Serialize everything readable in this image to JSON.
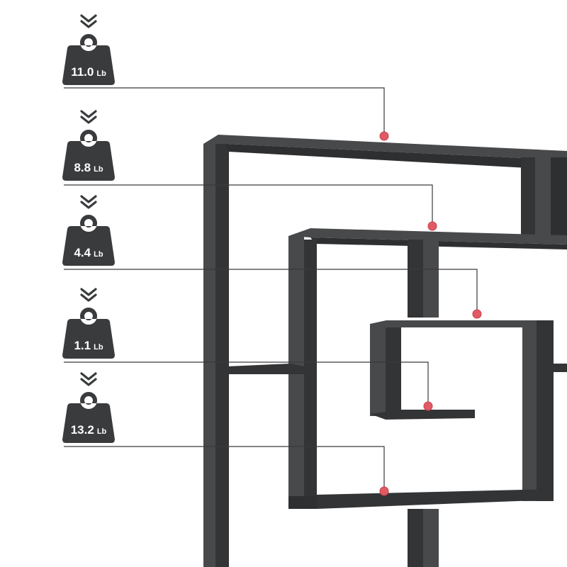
{
  "colors": {
    "background": "#ffffff",
    "shelf_dark": "#333436",
    "shelf_light": "#48494b",
    "shelf_edge": "#2a2b2d",
    "weight_icon": "#3a3b3d",
    "leader_line": "#3a3a3a",
    "marker_dot": "#e05a64"
  },
  "weights": [
    {
      "value": "11.0",
      "unit": "Lb",
      "icon": "weight-icon",
      "arrow_icon": "double-chevron-down-icon"
    },
    {
      "value": "8.8",
      "unit": "Lb",
      "icon": "weight-icon",
      "arrow_icon": "double-chevron-down-icon"
    },
    {
      "value": "4.4",
      "unit": "Lb",
      "icon": "weight-icon",
      "arrow_icon": "double-chevron-down-icon"
    },
    {
      "value": "1.1",
      "unit": "Lb",
      "icon": "weight-icon",
      "arrow_icon": "double-chevron-down-icon"
    },
    {
      "value": "13.2",
      "unit": "Lb",
      "icon": "weight-icon",
      "arrow_icon": "double-chevron-down-icon"
    }
  ]
}
